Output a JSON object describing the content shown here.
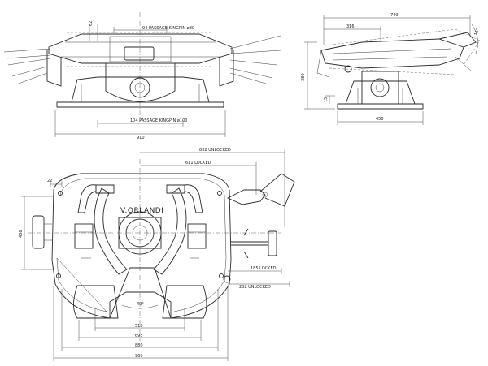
{
  "brand": {
    "name": "V.ORLANDI"
  },
  "front_view": {
    "passage_top": "94  PASSAGE KINGPIN ø80",
    "passage_bottom": "104  PASSAGE KINGPIN ø100",
    "overall_width": "910",
    "dim_small": "62"
  },
  "side_view": {
    "overall_length": "749",
    "dim_316": "316",
    "height": "380",
    "dim_15": "15",
    "base_width": "450",
    "tilt_angle": "15°"
  },
  "plan_view": {
    "unlocked_832": "832  UNLOCKED",
    "locked_611": "611  LOCKED",
    "dim_22": "22",
    "height_486": "486",
    "locked_185": "185  LOCKED",
    "unlocked_282": "282  UNLOCKED",
    "angle_40": "40°",
    "width_510": "510",
    "width_695": "695",
    "width_880": "880",
    "width_960": "960"
  }
}
